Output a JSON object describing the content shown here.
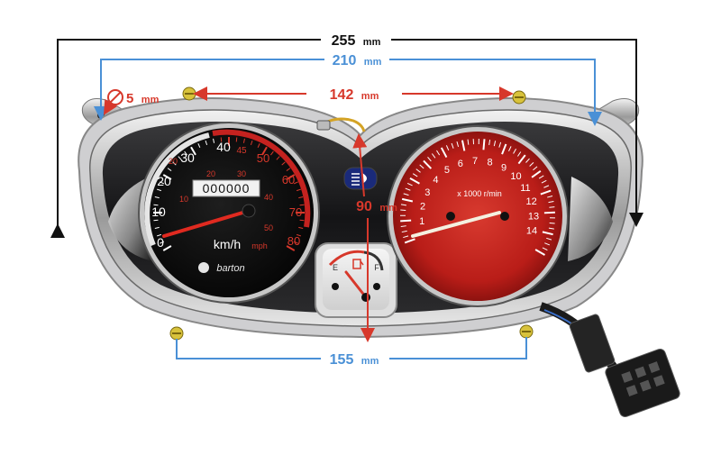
{
  "dimensions": {
    "overall_width": {
      "value": "255",
      "unit": "mm"
    },
    "mount_width": {
      "value": "210",
      "unit": "mm"
    },
    "hole_spacing": {
      "value": "142",
      "unit": "mm"
    },
    "hole_diameter": {
      "value": "5",
      "unit": "mm"
    },
    "height": {
      "value": "90",
      "unit": "mm"
    },
    "bottom_width": {
      "value": "155",
      "unit": "mm"
    }
  },
  "speedometer": {
    "kmh_ticks": [
      "0",
      "10",
      "20",
      "30",
      "40"
    ],
    "mph_ticks": [
      "10",
      "20",
      "30",
      "40",
      "50"
    ],
    "red_ticks": [
      "45",
      "50",
      "60",
      "70",
      "80"
    ],
    "inner_ticks": [
      "20",
      "30",
      "40",
      "50",
      "60",
      "70",
      "80"
    ],
    "odometer": "000000",
    "unit_label": "km/h",
    "unit_label_mph": "mph",
    "brand": "barton"
  },
  "tachometer": {
    "ticks": [
      "1",
      "2",
      "3",
      "4",
      "5",
      "6",
      "7",
      "8",
      "9",
      "10",
      "11",
      "12",
      "13",
      "14"
    ],
    "unit_label": "x 1000 r/min"
  },
  "fuel_gauge": {
    "empty_label": "E",
    "full_label": "F"
  },
  "colors": {
    "dimension_black": "#111111",
    "dimension_red": "#d7382b",
    "dimension_blue": "#4a90d6",
    "tacho_red": "#c4221f",
    "bezel": "#1c1c1e"
  },
  "icons": {
    "indicator": "headlight-high-beam-icon",
    "fuel": "fuel-pump-icon"
  }
}
